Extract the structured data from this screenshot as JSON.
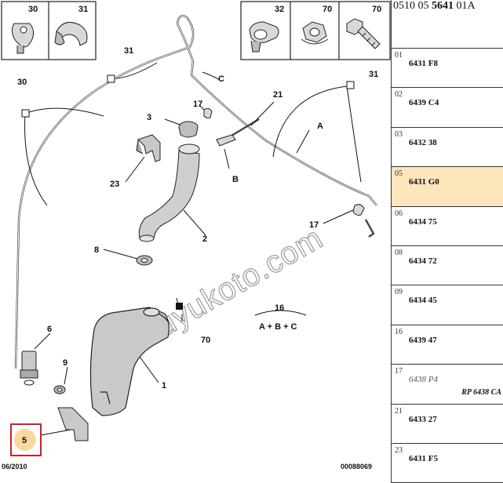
{
  "header": {
    "part1": "0510 05",
    "part2": "5641",
    "part3": "01A"
  },
  "callouts": {
    "c30": "30",
    "c31": "31",
    "c32": "32",
    "c70": "70",
    "c70b": "70",
    "cC": "C",
    "c21": "21",
    "c31b": "31",
    "c17": "17",
    "c3": "3",
    "c23": "23",
    "cB": "B",
    "cA": "A",
    "c17b": "17",
    "c2": "2",
    "c8": "8",
    "c6": "6",
    "c9": "9",
    "c1": "1",
    "c5": "5",
    "c16": "16",
    "c16sub": "A + B + C",
    "c30b": "30",
    "c31c": "31"
  },
  "footer": {
    "date": "06/2010",
    "ref": "00088069"
  },
  "watermark": "duyukoto.com",
  "parts_list": [
    {
      "index": "01",
      "code": "6431 F8"
    },
    {
      "index": "02",
      "code": "6439 C4"
    },
    {
      "index": "03",
      "code": "6432 38"
    },
    {
      "index": "05",
      "code": "6431 G0"
    },
    {
      "index": "06",
      "code": "6434 75"
    },
    {
      "index": "08",
      "code": "6434 72"
    },
    {
      "index": "09",
      "code": "6434 45"
    },
    {
      "index": "16",
      "code": "6439 47"
    },
    {
      "index": "17",
      "code": "6438 P4",
      "replacement": "RP 6438 CA"
    },
    {
      "index": "21",
      "code": "6433 27"
    },
    {
      "index": "23",
      "code": "6431 F5"
    }
  ],
  "colors": {
    "highlight_row": "#fde5bc",
    "highlight_box": "#cc2222",
    "highlight_circle": "#f7d9a0"
  }
}
